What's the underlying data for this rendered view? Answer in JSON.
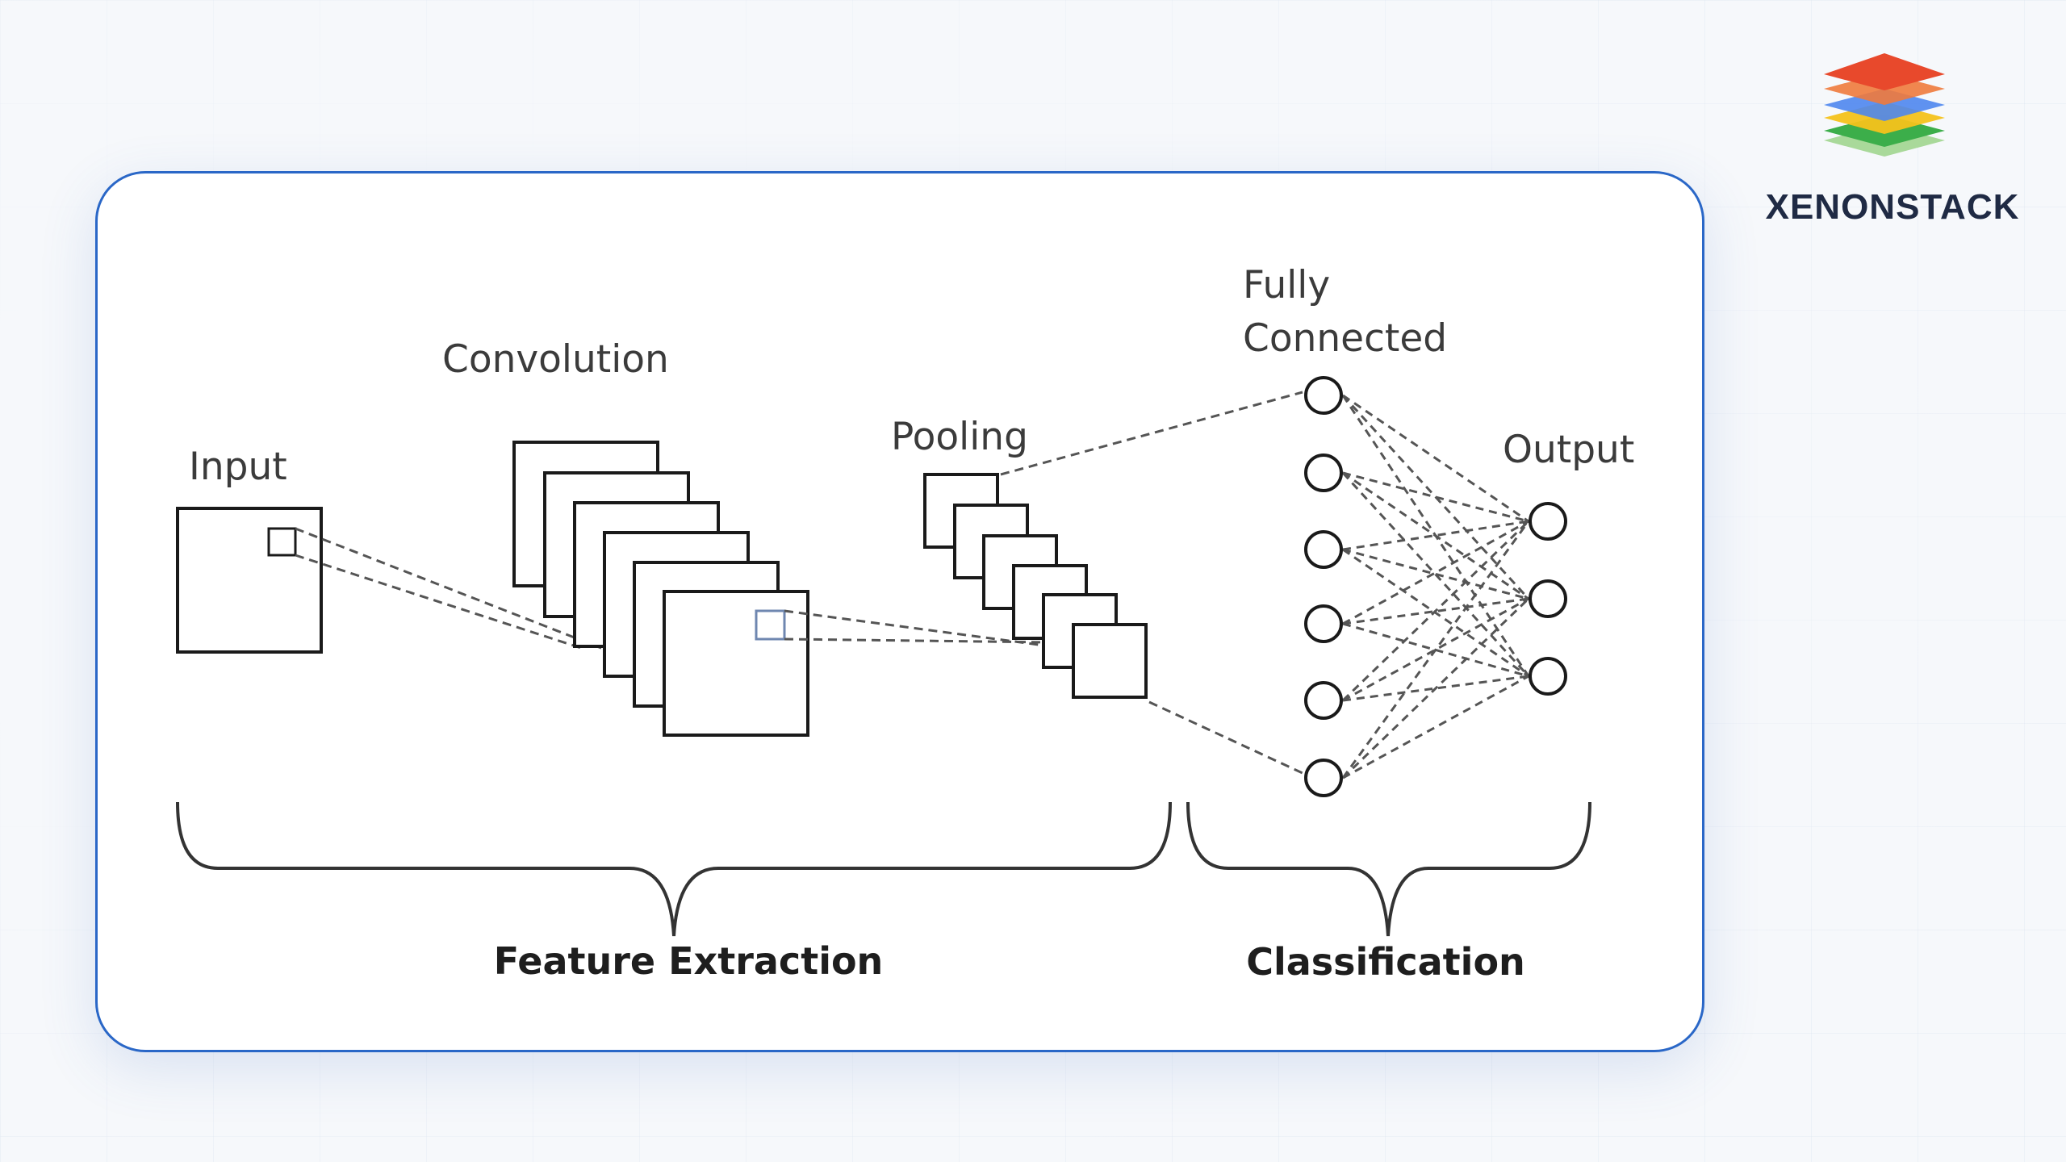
{
  "brand": {
    "name": "XENONSTACK",
    "layer_colors": [
      "#e8492c",
      "#f07a3c",
      "#4f86ee",
      "#f4c21b",
      "#3cae4a",
      "#a9d99a"
    ]
  },
  "diagram": {
    "labels": {
      "input": "Input",
      "convolution": "Convolution",
      "pooling": "Pooling",
      "fully_connected_line1": "Fully",
      "fully_connected_line2": "Connected",
      "output": "Output"
    },
    "groups": {
      "feature_extraction": "Feature Extraction",
      "classification": "Classification"
    },
    "colors": {
      "stroke": "#1a1a1a",
      "dashed": "#555555",
      "receptive_field": "#6f87b0",
      "card_border": "#2a67c7"
    }
  }
}
